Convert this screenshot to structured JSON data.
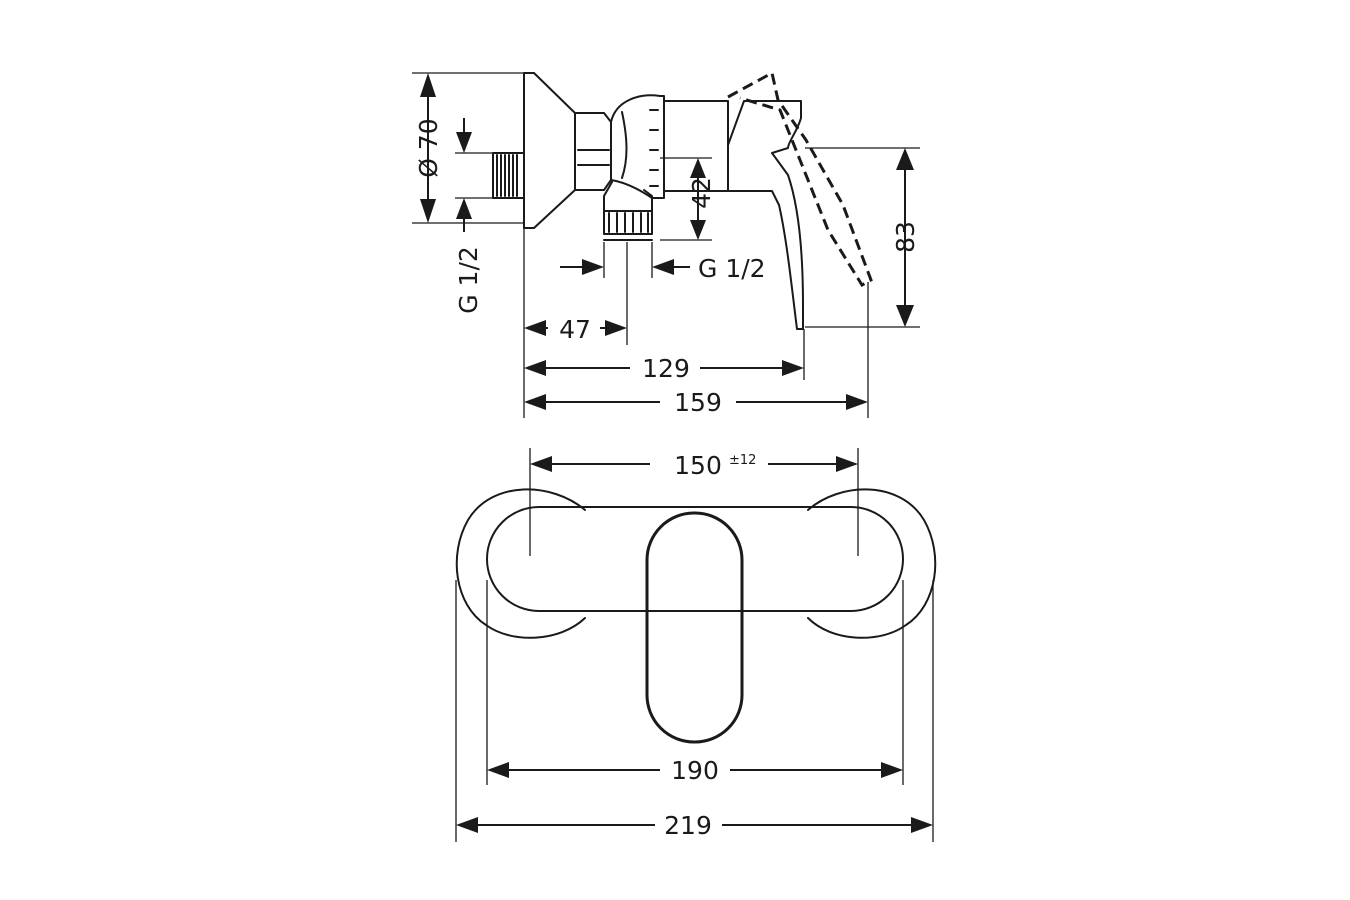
{
  "dimensions": {
    "d70": "Ø 70",
    "g_half_left": "G 1/2",
    "g_half_right": "G 1/2",
    "h42": "42",
    "h83": "83",
    "w47": "47",
    "w129": "129",
    "w159": "159",
    "w150": "150",
    "w150_tol": "±12",
    "w190": "190",
    "w219": "219"
  },
  "colors": {
    "line": "#1a1a1a",
    "background": "#ffffff"
  }
}
